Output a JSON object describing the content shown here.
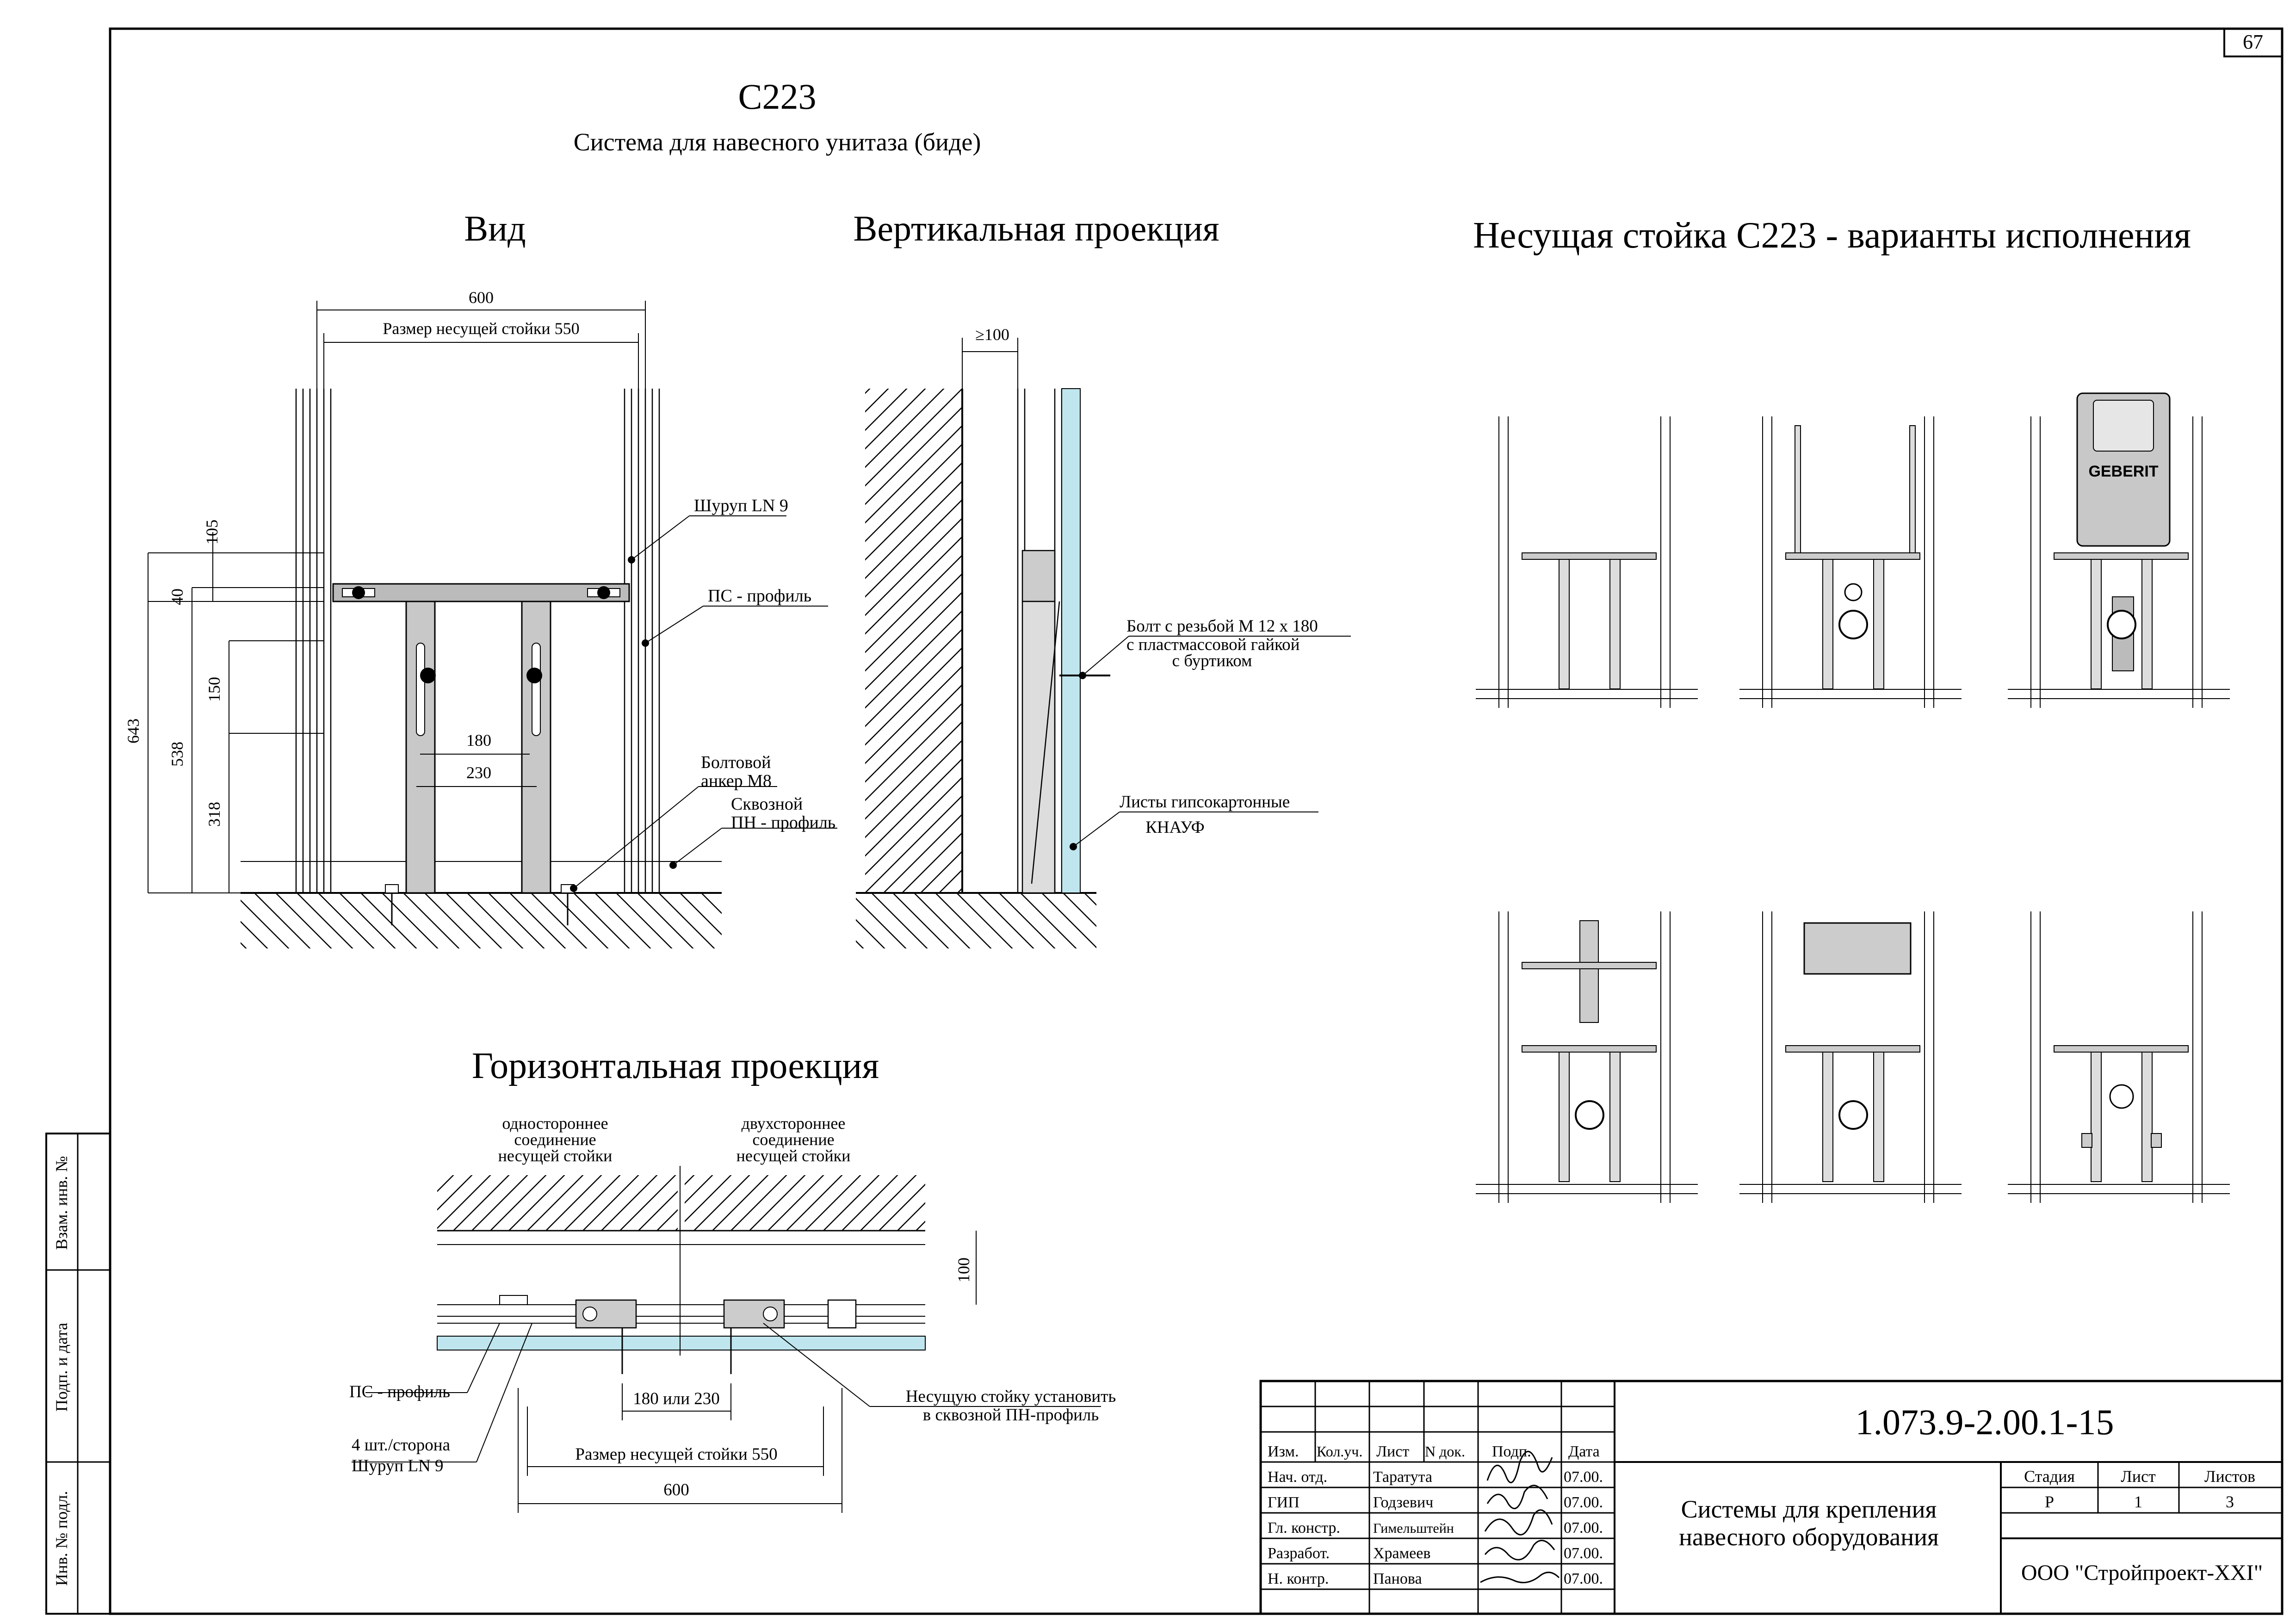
{
  "sheet": {
    "page_number": "67",
    "code": "C223",
    "subtitle": "Система для навесного унитаза (биде)"
  },
  "views": {
    "front": "Вид",
    "vertical": "Вертикальная проекция",
    "horizontal": "Горизонтальная проекция",
    "variants": "Несущая стойка С223 - варианты исполнения"
  },
  "front_view": {
    "dim_600": "600",
    "dim_550": "Размер несущей стойки 550",
    "dim_105": "105",
    "dim_40": "40",
    "dim_150": "150",
    "dim_643": "643",
    "dim_538": "538",
    "dim_318": "318",
    "dim_180": "180",
    "dim_230": "230",
    "label_screw": "Шуруп LN 9",
    "label_ps": "ПС - профиль",
    "label_anchor_1": "Болтовой",
    "label_anchor_2": "анкер М8",
    "label_pn_1": "Сквозной",
    "label_pn_2": "ПН - профиль"
  },
  "vertical_view": {
    "dim_100": "≥100",
    "label_bolt_1": "Болт с резьбой М 12 х 180",
    "label_bolt_2": "с пластмассовой гайкой",
    "label_bolt_3": "с буртиком",
    "label_gkl_1": "Листы гипсокартонные",
    "label_gkl_2": "КНАУФ"
  },
  "horizontal_view": {
    "one_side_1": "одностороннее",
    "one_side_2": "соединение",
    "one_side_3": "несущей стойки",
    "two_side_1": "двухстороннее",
    "two_side_2": "соединение",
    "two_side_3": "несущей стойки",
    "dim_100": "100",
    "label_ps": "ПС - профиль",
    "label_screw_1": "4 шт./сторона",
    "label_screw_2": "Шуруп LN 9",
    "dim_180_230": "180 или 230",
    "dim_550": "Размер несущей стойки 550",
    "dim_600": "600",
    "label_install_1": "Несущую стойку установить",
    "label_install_2": "в сквозной ПН-профиль"
  },
  "variants": {
    "brand": "GEBERIT"
  },
  "side_stamp": [
    "Взам. инв. №",
    "Подп. и дата",
    "Инв. № подл."
  ],
  "title_block": {
    "doc_number": "1.073.9-2.00.1-15",
    "doc_title_1": "Системы для крепления",
    "doc_title_2": "навесного оборудования",
    "company": "ООО \"Стройпроект-XXI\"",
    "headers": [
      "Изм.",
      "Кол.уч.",
      "Лист",
      "N док.",
      "Подп.",
      "Дата"
    ],
    "rows": [
      {
        "role": "Нач. отд.",
        "name": "Таратута",
        "date": "07.00."
      },
      {
        "role": "ГИП",
        "name": "Годзевич",
        "date": "07.00."
      },
      {
        "role": "Гл. констр.",
        "name": "Гимельштейн",
        "date": "07.00."
      },
      {
        "role": "Разработ.",
        "name": "Храмеев",
        "date": "07.00."
      },
      {
        "role": "Н. контр.",
        "name": "Панова",
        "date": "07.00."
      }
    ],
    "stage_label": "Стадия",
    "sheet_label": "Лист",
    "sheets_label": "Листов",
    "stage": "Р",
    "sheet": "1",
    "sheets": "3"
  }
}
